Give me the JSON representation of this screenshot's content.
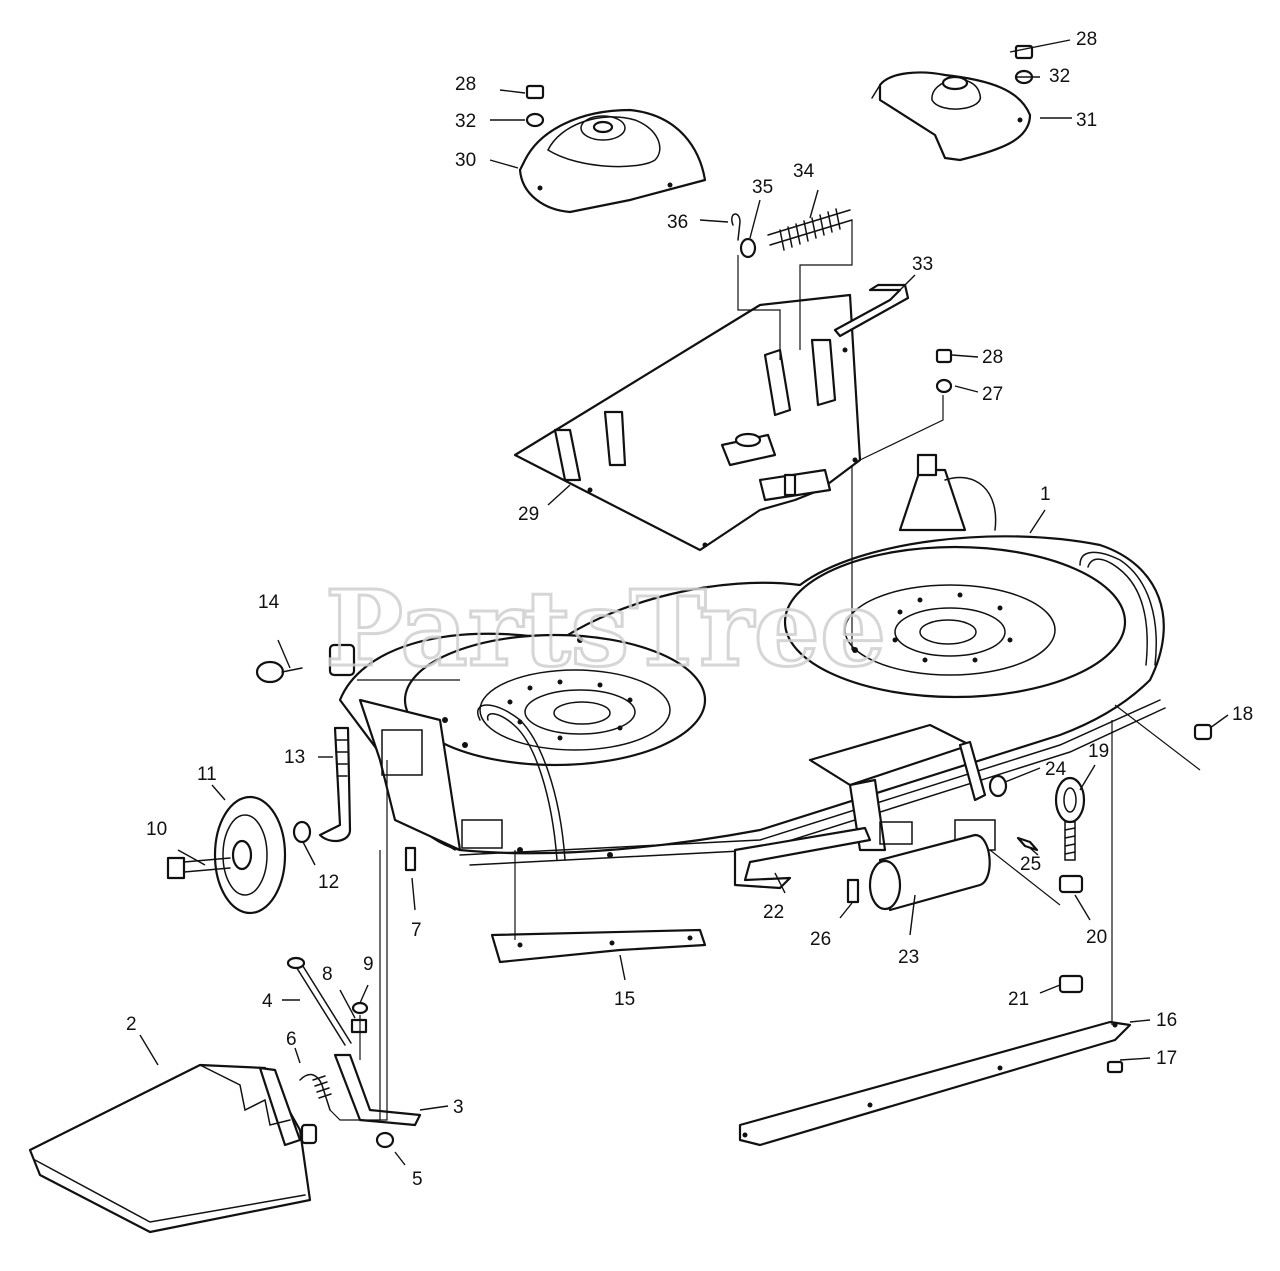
{
  "watermark": "PartsTree",
  "callouts": [
    "1",
    "2",
    "3",
    "4",
    "5",
    "6",
    "7",
    "8",
    "9",
    "10",
    "11",
    "12",
    "13",
    "14",
    "15",
    "16",
    "17",
    "18",
    "19",
    "20",
    "21",
    "22",
    "23",
    "24",
    "25",
    "26",
    "27",
    "28",
    "29",
    "30",
    "31",
    "32",
    "33",
    "34",
    "35",
    "36"
  ],
  "colors": {
    "ink": "#111111",
    "paper": "#ffffff",
    "watermark": "#cfcfcf"
  }
}
